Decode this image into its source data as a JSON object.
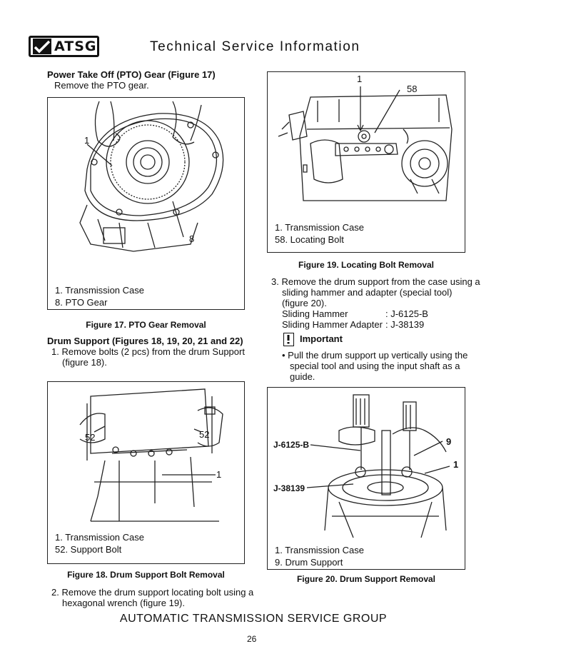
{
  "header": {
    "logo_text": "ATSG",
    "title": "Technical Service Information"
  },
  "left": {
    "pto_heading": "Power Take Off (PTO) Gear (Figure 17)",
    "pto_text": "Remove the PTO gear.",
    "fig17": {
      "callouts": [
        "1",
        "8"
      ],
      "legend": [
        "1. Transmission Case",
        "8. PTO Gear"
      ],
      "caption": "Figure 17. PTO Gear Removal"
    },
    "drum_heading": "Drum Support (Figures 18, 19, 20, 21 and 22)",
    "drum_step1_line1": "1. Remove bolts (2 pcs) from the drum Support",
    "drum_step1_line2": "(figure 18).",
    "fig18": {
      "callouts": [
        "52",
        "52",
        "1"
      ],
      "legend": [
        "1. Transmission Case",
        "52. Support Bolt"
      ],
      "caption": "Figure 18. Drum Support Bolt Removal"
    },
    "step2_line1": "2. Remove the drum support locating bolt using a",
    "step2_line2": "hexagonal wrench (figure 19)."
  },
  "right": {
    "fig19": {
      "callouts": [
        "1",
        "58"
      ],
      "legend": [
        "1. Transmission Case",
        "58. Locating Bolt"
      ],
      "caption": "Figure 19. Locating Bolt Removal"
    },
    "step3_line1": "3. Remove the drum support from the case using a",
    "step3_line2": "sliding hammer and adapter (special tool)",
    "step3_line3": "(figure 20).",
    "tools": [
      {
        "name": "Sliding Hammer",
        "code": ": J-6125-B"
      },
      {
        "name": "Sliding Hammer Adapter",
        "code": ": J-38139"
      }
    ],
    "important_label": "Important",
    "bullet_line1": "• Pull the drum support up vertically using the",
    "bullet_line2": "special tool and using the input shaft as a",
    "bullet_line3": "guide.",
    "fig20": {
      "callouts": [
        "J-6125-B",
        "J-38139",
        "9",
        "1"
      ],
      "legend": [
        "1. Transmission Case",
        "9. Drum Support"
      ],
      "caption": "Figure 20. Drum Support Removal"
    }
  },
  "footer": {
    "org": "AUTOMATIC TRANSMISSION SERVICE GROUP",
    "page": "26"
  }
}
